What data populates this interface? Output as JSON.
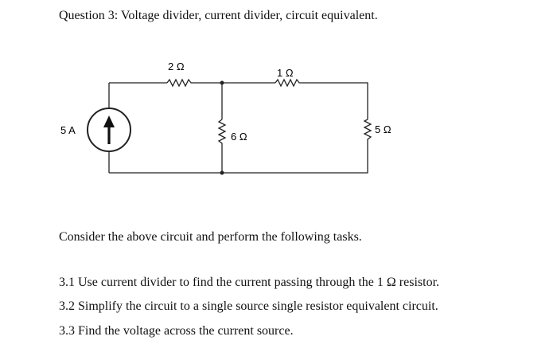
{
  "question": {
    "title": "Question 3: Voltage divider, current divider, circuit equivalent."
  },
  "circuit": {
    "source_label": "5 A",
    "resistor_2_label": "2 Ω",
    "resistor_1_label": "1 Ω",
    "resistor_6_label": "6 Ω",
    "resistor_5_label": "5 Ω"
  },
  "intro": "Consider the above circuit and perform the following tasks.",
  "tasks": [
    "3.1 Use current divider to find the current passing through the 1 Ω resistor.",
    "3.2 Simplify the circuit to a single source single resistor equivalent circuit.",
    "3.3 Find the voltage across the current source."
  ]
}
